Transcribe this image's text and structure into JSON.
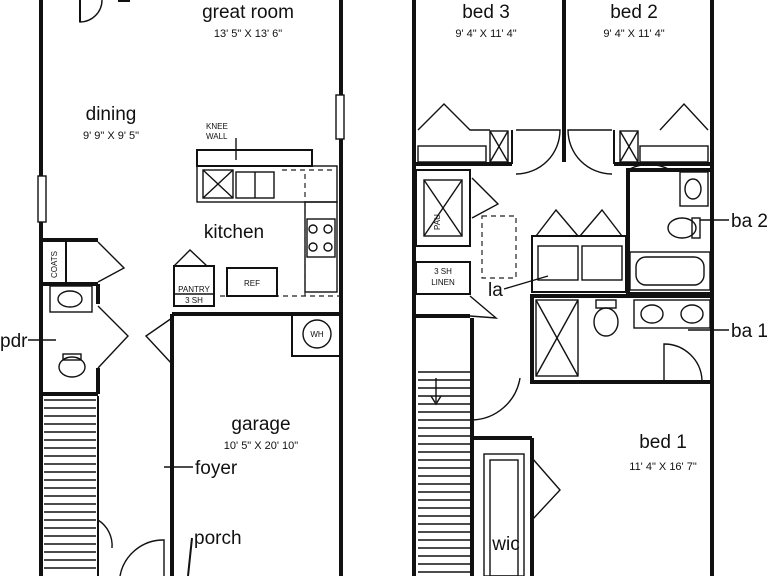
{
  "first_floor": {
    "rooms": {
      "great_room": {
        "name": "great room",
        "dim": "13' 5\" X 13' 6\""
      },
      "dining": {
        "name": "dining",
        "dim": "9' 9\" X 9' 5\""
      },
      "kitchen": {
        "name": "kitchen"
      },
      "garage": {
        "name": "garage",
        "dim": "10' 5\" X 20' 10\""
      }
    },
    "callouts": {
      "pdr": "pdr",
      "foyer": "foyer",
      "porch": "porch"
    },
    "labels": {
      "knee_wall_1": "KNEE",
      "knee_wall_2": "WALL",
      "coats": "COATS",
      "pantry": "PANTRY",
      "pantry_shelf": "3 SH",
      "ref": "REF",
      "wh": "WH"
    }
  },
  "second_floor": {
    "rooms": {
      "bed3": {
        "name": "bed 3",
        "dim": "9' 4\" X 11' 4\""
      },
      "bed2": {
        "name": "bed 2",
        "dim": "9' 4\" X 11' 4\""
      },
      "bed1": {
        "name": "bed 1",
        "dim": "11' 4\" X 16' 7\""
      },
      "wic": {
        "name": "wic"
      }
    },
    "callouts": {
      "ba2": "ba 2",
      "ba1": "ba 1",
      "la": "la"
    },
    "labels": {
      "attic": "PAU",
      "linen_shelf": "3 SH",
      "linen": "LINEN"
    }
  }
}
